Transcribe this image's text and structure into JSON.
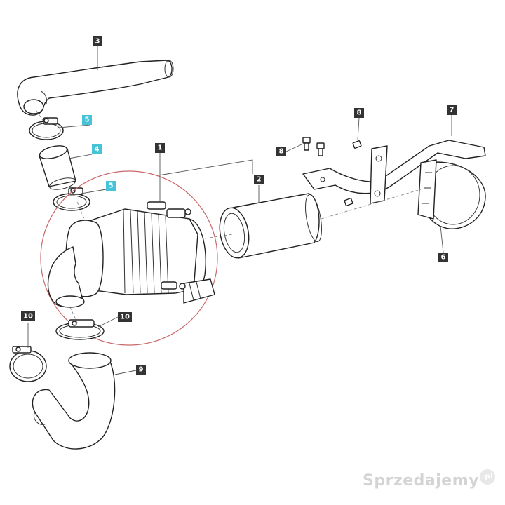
{
  "colors": {
    "callout_dark": "#333333",
    "callout_highlight": "#46c3d6",
    "callout_text": "#ffffff",
    "highlight_circle": "#c9686a",
    "line": "#222222",
    "watermark": "#d4d4d4"
  },
  "callouts": [
    {
      "key": "c1",
      "label": "1",
      "highlight": false
    },
    {
      "key": "c2",
      "label": "2",
      "highlight": false
    },
    {
      "key": "c3",
      "label": "3",
      "highlight": false
    },
    {
      "key": "c4",
      "label": "4",
      "highlight": true
    },
    {
      "key": "c5a",
      "label": "5",
      "highlight": true
    },
    {
      "key": "c5b",
      "label": "5",
      "highlight": true
    },
    {
      "key": "c6",
      "label": "6",
      "highlight": false
    },
    {
      "key": "c7",
      "label": "7",
      "highlight": false
    },
    {
      "key": "c8a",
      "label": "8",
      "highlight": false
    },
    {
      "key": "c8b",
      "label": "8",
      "highlight": false
    },
    {
      "key": "c9",
      "label": "9",
      "highlight": false
    },
    {
      "key": "c10a",
      "label": "10",
      "highlight": false
    },
    {
      "key": "c10b",
      "label": "10",
      "highlight": false
    }
  ],
  "watermark": {
    "text": "Sprzedajemy",
    "suffix": ".pl"
  }
}
